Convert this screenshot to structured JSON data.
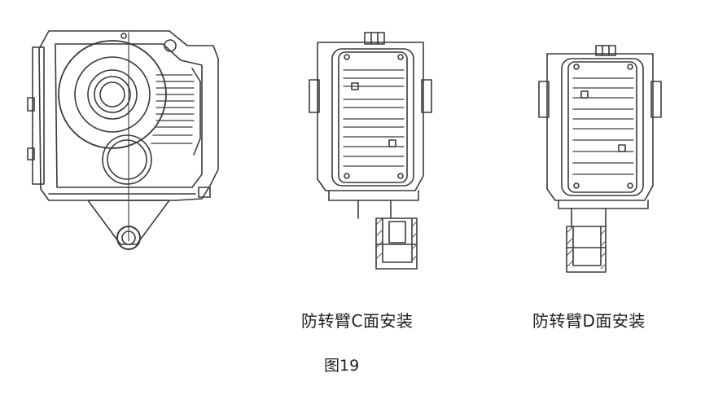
{
  "captions": {
    "view_c": "防转臂C面安装",
    "view_d": "防转臂D面安装"
  },
  "figure_label": "图19"
}
